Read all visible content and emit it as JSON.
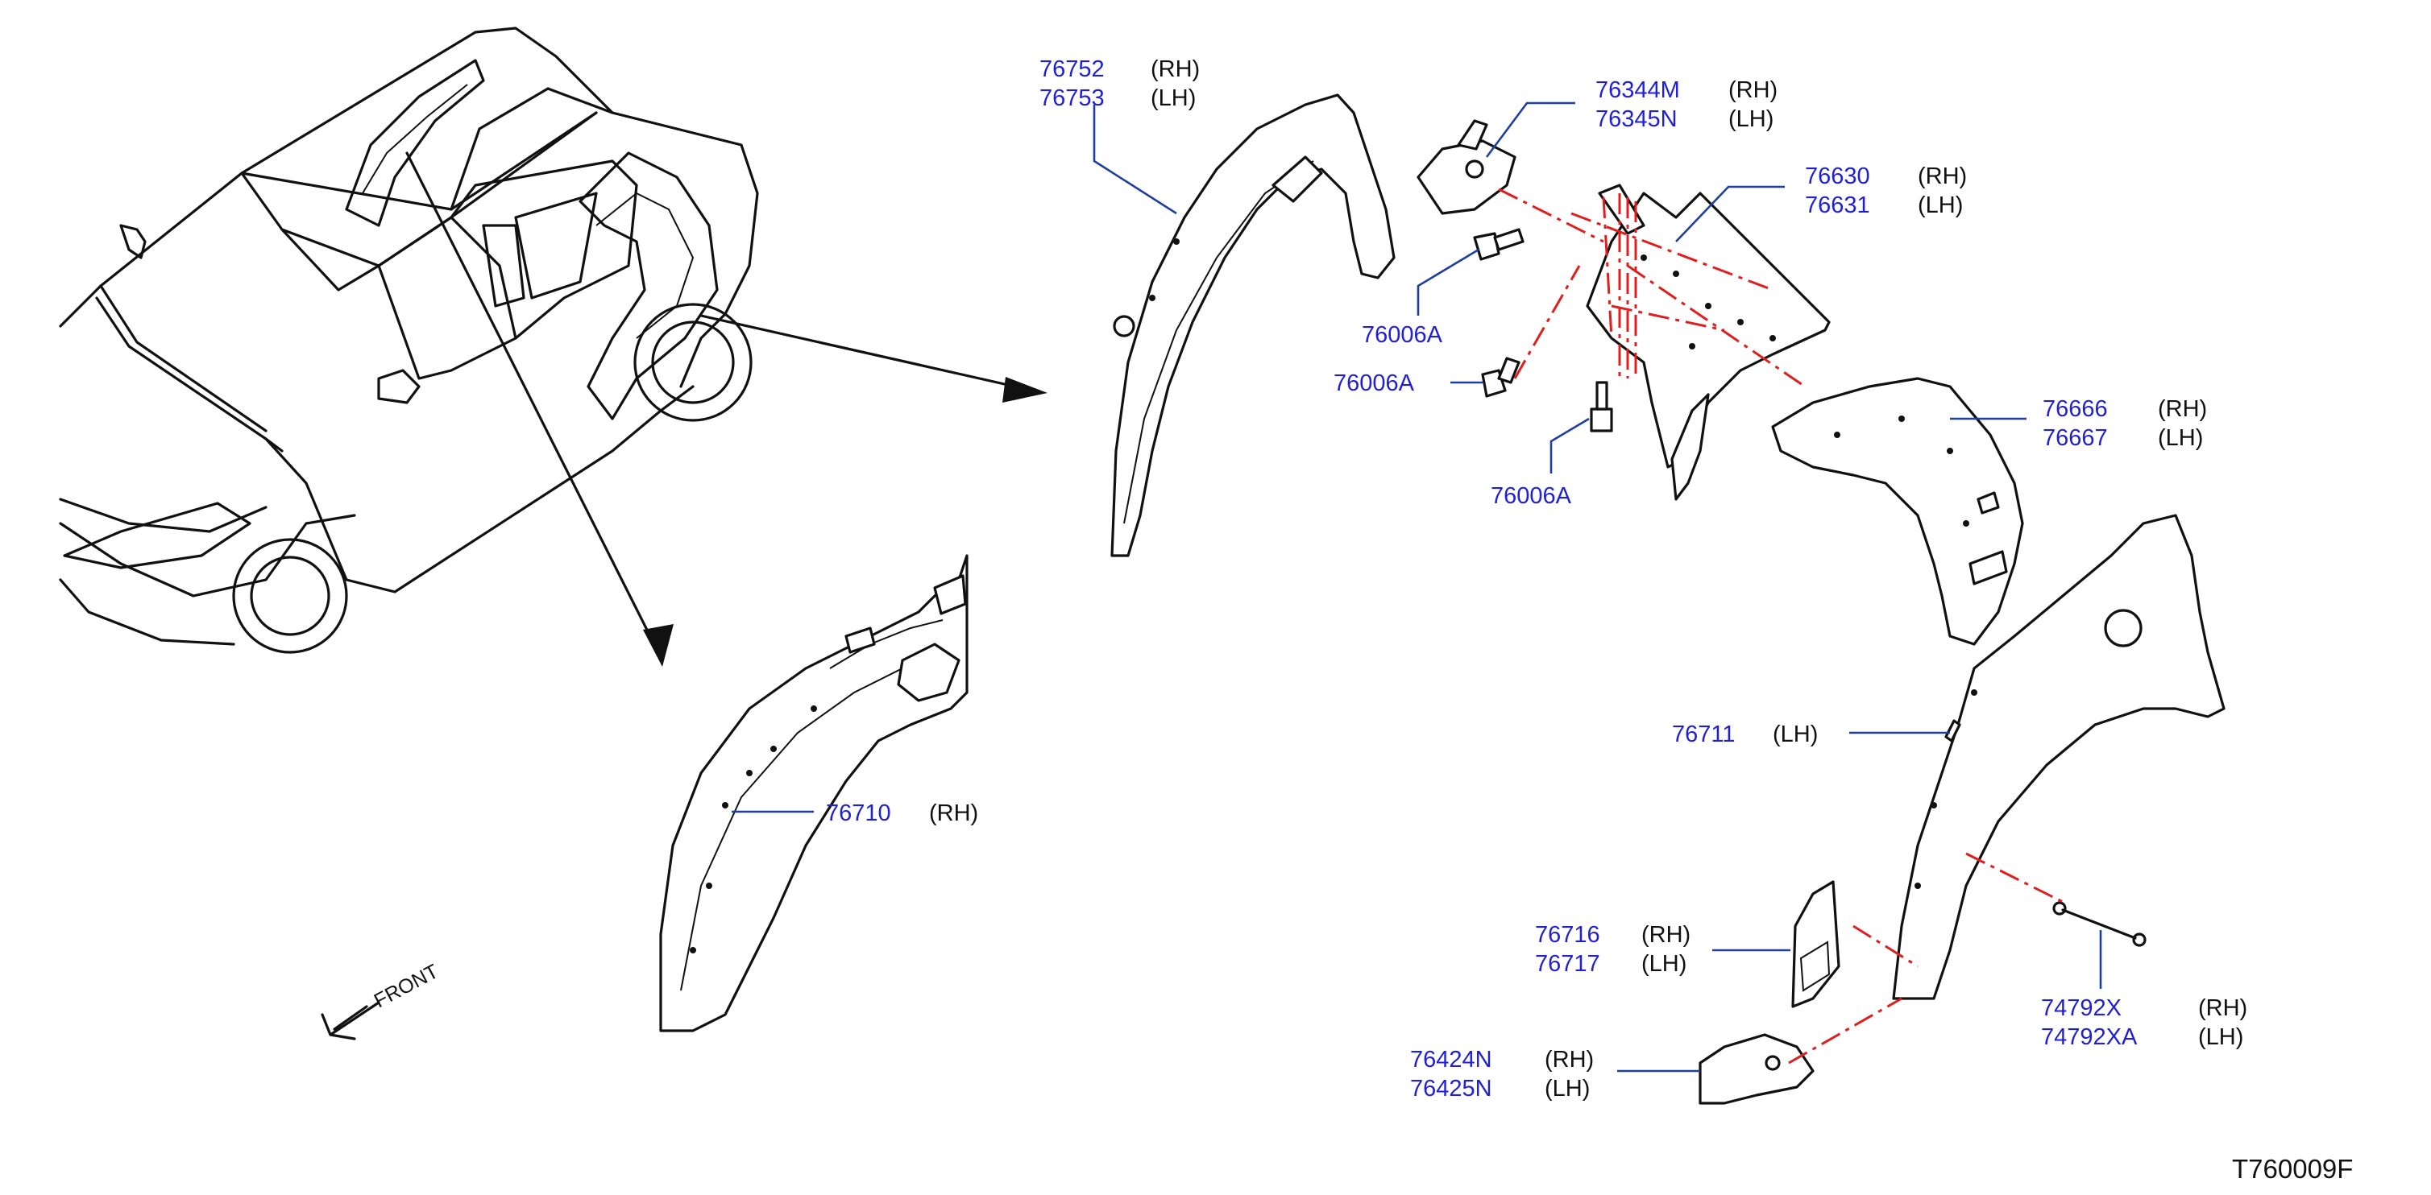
{
  "diagram_code": "T760009F",
  "front_label": "FRONT",
  "colors": {
    "part_number": "#1f1fd6",
    "leader": "#1e3fa0",
    "dash": "#e01e1e",
    "ink": "#111111"
  },
  "callouts": {
    "c76752": {
      "part": "76752",
      "side": "(RH)"
    },
    "c76753": {
      "part": "76753",
      "side": "(LH)"
    },
    "c76344M": {
      "part": "76344M",
      "side": "(RH)"
    },
    "c76345N": {
      "part": "76345N",
      "side": "(LH)"
    },
    "c76630": {
      "part": "76630",
      "side": "(RH)"
    },
    "c76631": {
      "part": "76631",
      "side": "(LH)"
    },
    "c76006A_1": {
      "part": "76006A"
    },
    "c76006A_2": {
      "part": "76006A"
    },
    "c76006A_3": {
      "part": "76006A"
    },
    "c76666": {
      "part": "76666",
      "side": "(RH)"
    },
    "c76667": {
      "part": "76667",
      "side": "(LH)"
    },
    "c76711": {
      "part": "76711",
      "side": "(LH)"
    },
    "c76710": {
      "part": "76710",
      "side": "(RH)"
    },
    "c76716": {
      "part": "76716",
      "side": "(RH)"
    },
    "c76717": {
      "part": "76717",
      "side": "(LH)"
    },
    "c76424N": {
      "part": "76424N",
      "side": "(RH)"
    },
    "c76425N": {
      "part": "76425N",
      "side": "(LH)"
    },
    "c74792X": {
      "part": "74792X",
      "side": "(RH)"
    },
    "c74792XA": {
      "part": "74792XA",
      "side": "(LH)"
    }
  }
}
